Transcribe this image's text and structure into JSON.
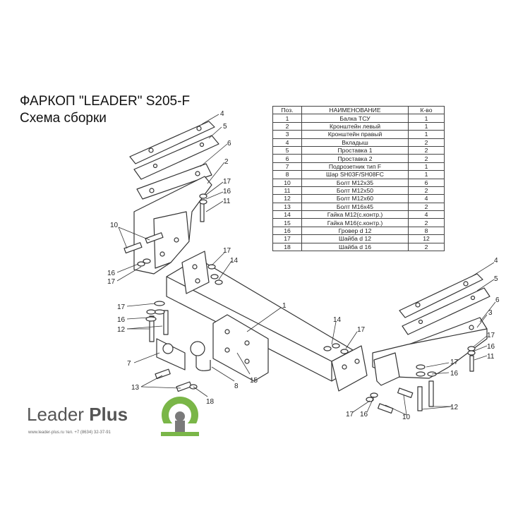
{
  "title": {
    "line1": "ФАРКОП \"LEADER\" S205-F",
    "line2": "Схема сборки"
  },
  "parts_table": {
    "headers": [
      "Поз.",
      "НАИМЕНОВАНИЕ",
      "К-во"
    ],
    "rows": [
      [
        "1",
        "Балка ТСУ",
        "1"
      ],
      [
        "2",
        "Кронштейн левый",
        "1"
      ],
      [
        "3",
        "Кронштейн правый",
        "1"
      ],
      [
        "4",
        "Вкладыш",
        "2"
      ],
      [
        "5",
        "Проставка 1",
        "2"
      ],
      [
        "6",
        "Проставка 2",
        "2"
      ],
      [
        "7",
        "Подрозетник тип F",
        "1"
      ],
      [
        "8",
        "Шар SH03F/SH08FC",
        "1"
      ],
      [
        "10",
        "Болт М12х35",
        "6"
      ],
      [
        "11",
        "Болт М12х50",
        "2"
      ],
      [
        "12",
        "Болт М12х60",
        "4"
      ],
      [
        "13",
        "Болт М16х45",
        "2"
      ],
      [
        "14",
        "Гайка М12(с.контр.)",
        "4"
      ],
      [
        "15",
        "Гайка М16(с.контр.)",
        "2"
      ],
      [
        "16",
        "Гровер d 12",
        "8"
      ],
      [
        "17",
        "Шайба d 12",
        "12"
      ],
      [
        "18",
        "Шайба d 16",
        "2"
      ]
    ]
  },
  "callouts": {
    "c1": "1",
    "c2l": "2",
    "c3": "3",
    "c4l": "4",
    "c4r": "4",
    "c5l": "5",
    "c5r": "5",
    "c6l": "6",
    "c6r": "6",
    "c7": "7",
    "c8": "8",
    "c10l": "10",
    "c10r": "10",
    "c11l": "11",
    "c11r": "11",
    "c12l": "12",
    "c12r": "12",
    "c13": "13",
    "c14m": "14",
    "c14r": "14",
    "c15": "15",
    "c16a": "16",
    "c16b": "16",
    "c16c": "16",
    "c16d": "16",
    "c16e": "16",
    "c17a": "17",
    "c17b": "17",
    "c17c": "17",
    "c17d": "17",
    "c17e": "17",
    "c17f": "17",
    "c17g": "17",
    "c17h": "17",
    "c17i": "17",
    "c18": "18"
  },
  "brand": {
    "name_light": "Leader",
    "name_bold": "Plus",
    "contacts": "www.leader-plus.ru   тел. +7 (8634) 32-37-91",
    "accent": "#7ab648"
  }
}
